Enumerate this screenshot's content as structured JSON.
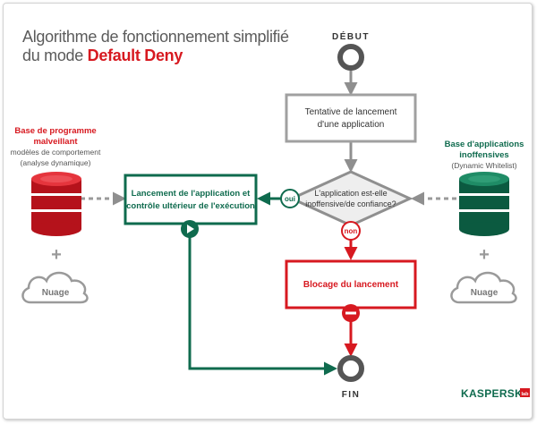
{
  "title": {
    "line1": "Algorithme de fonctionnement simplifié",
    "line2_prefix": "du mode",
    "line2_highlight": "Default Deny"
  },
  "colors": {
    "red": "#d71920",
    "green": "#0f6b4e",
    "gray": "#8f8f8f",
    "dark_text": "#333333"
  },
  "nodes": {
    "start": "DÉBUT",
    "end": "FIN",
    "attempt": [
      "Tentative de lancement",
      "d'une application"
    ],
    "decision": [
      "L'application est-elle",
      "inoffensive/de confiance?"
    ],
    "launch": [
      "Lancement de l'application et",
      "contrôle ultérieur de l'exécution"
    ],
    "block": "Blocage du lancement"
  },
  "edges": {
    "yes": "oui",
    "no": "non"
  },
  "left_source": {
    "title": [
      "Base de programme",
      "malveillant"
    ],
    "subtitle": [
      "modèles de comportement",
      "(analyse dynamique)"
    ],
    "cloud": "Nuage"
  },
  "right_source": {
    "title": [
      "Base d'applications",
      "inoffensives"
    ],
    "subtitle": "(Dynamic Whitelist)",
    "cloud": "Nuage"
  },
  "logo": {
    "text": "KASPERSKY",
    "badge": "lab"
  },
  "icons": {
    "database": "database-icon",
    "cloud": "cloud-icon",
    "play": "play-icon",
    "stop": "minus-circle-icon"
  }
}
